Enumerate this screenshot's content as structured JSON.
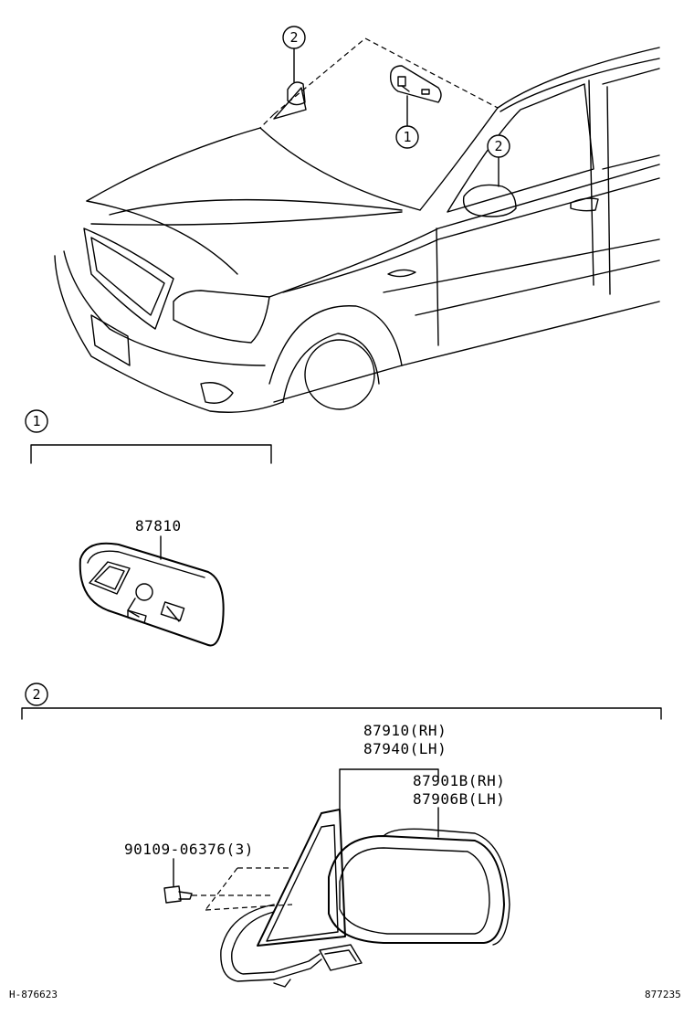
{
  "callouts": {
    "top_left_2": "2",
    "inner_mirror_1": "1",
    "outer_mirror_2": "2",
    "section_1": "1",
    "section_2": "2"
  },
  "parts": {
    "inner_mirror": "87810",
    "outer_mirror_rh": "87910(RH)",
    "outer_mirror_lh": "87940(LH)",
    "mirror_glass_rh": "87901B(RH)",
    "mirror_glass_lh": "87906B(LH)",
    "screw": "90109-06376(3)"
  },
  "footer": {
    "left_code": "H-876623",
    "right_code": "877235"
  },
  "icons": [
    "car-outline-icon",
    "inner-mirror-icon",
    "outer-mirror-icon",
    "screw-icon"
  ]
}
